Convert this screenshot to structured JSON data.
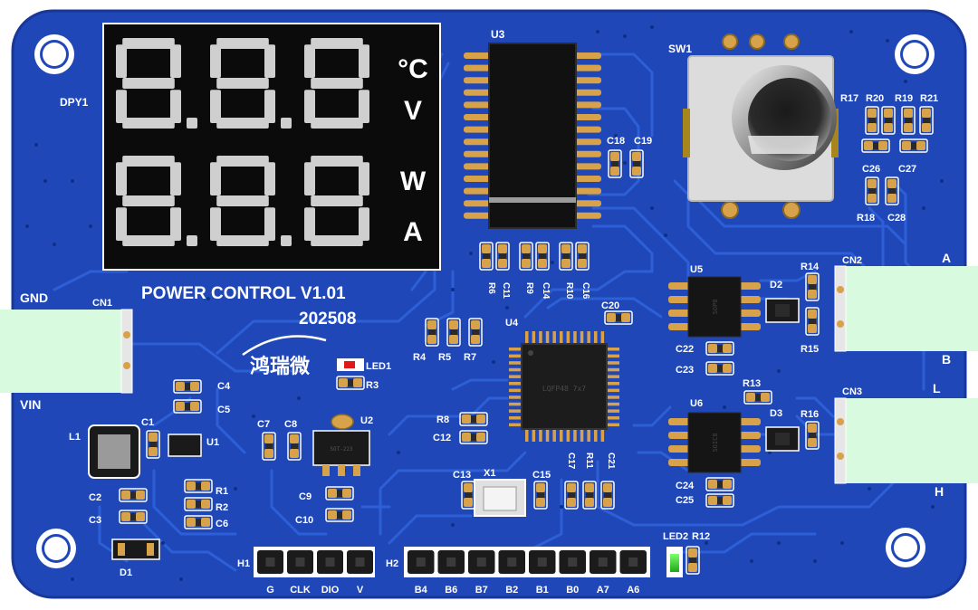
{
  "board": {
    "title": "POWER CONTROL V1.01",
    "date": "202508",
    "brand": "鸿瑞微",
    "board_color": "#1f47b8",
    "trace_color": "#2d5fd6",
    "pad_color": "#d7a24a",
    "header_color": "#222222"
  },
  "display": {
    "designator": "DPY1",
    "units": [
      "°C",
      "V",
      "W",
      "A"
    ],
    "digits_top": [
      "8.",
      "8.",
      "8"
    ],
    "digits_bottom": [
      "8.",
      "8.",
      "8"
    ]
  },
  "designators": {
    "u3": "U3",
    "sw1": "SW1",
    "r17": "R17",
    "r20": "R20",
    "r19": "R19",
    "r21": "R21",
    "c18": "C18",
    "c19": "C19",
    "c26": "C26",
    "c27": "C27",
    "r18": "R18",
    "c28": "C28",
    "r6": "R6",
    "c11": "C11",
    "r9": "R9",
    "c14": "C14",
    "r10": "R10",
    "c16": "C16",
    "u5": "U5",
    "d2": "D2",
    "r14": "R14",
    "cn2": "CN2",
    "r15": "R15",
    "c20": "C20",
    "c22": "C22",
    "c23": "C23",
    "r13": "R13",
    "u4": "U4",
    "r4": "R4",
    "r5": "R5",
    "r7": "R7",
    "u6": "U6",
    "d3": "D3",
    "r16": "R16",
    "cn3": "CN3",
    "c24": "C24",
    "c25": "C25",
    "r8": "R8",
    "c12": "C12",
    "c13": "C13",
    "x1": "X1",
    "c15": "C15",
    "c17": "C17",
    "r11": "R11",
    "c21": "C21",
    "cn1": "CN1",
    "led1": "LED1",
    "r3": "R3",
    "c4": "C4",
    "c5": "C5",
    "c7": "C7",
    "c8": "C8",
    "u2": "U2",
    "c9": "C9",
    "c10": "C10",
    "l1": "L1",
    "c1": "C1",
    "u1": "U1",
    "c2": "C2",
    "c3": "C3",
    "r1": "R1",
    "r2": "R2",
    "c6": "C6",
    "d1": "D1",
    "h1": "H1",
    "h2": "H2",
    "led2": "LED2",
    "r12": "R12"
  },
  "connectors": {
    "cn1_gnd": "GND",
    "cn1_vin": "VIN",
    "cn2_a": "A",
    "cn2_b": "B",
    "cn3_l": "L",
    "cn3_h": "H"
  },
  "ic_markings": {
    "u4": "LQFP48 7x7",
    "u5": "SOP8",
    "u6": "SOIC8",
    "u2": "SOT-223"
  },
  "headers": {
    "h1_pins": [
      "G",
      "CLK",
      "DIO",
      "V"
    ],
    "h2_pins": [
      "B4",
      "B6",
      "B7",
      "B2",
      "B1",
      "B0",
      "A7",
      "A6"
    ]
  }
}
